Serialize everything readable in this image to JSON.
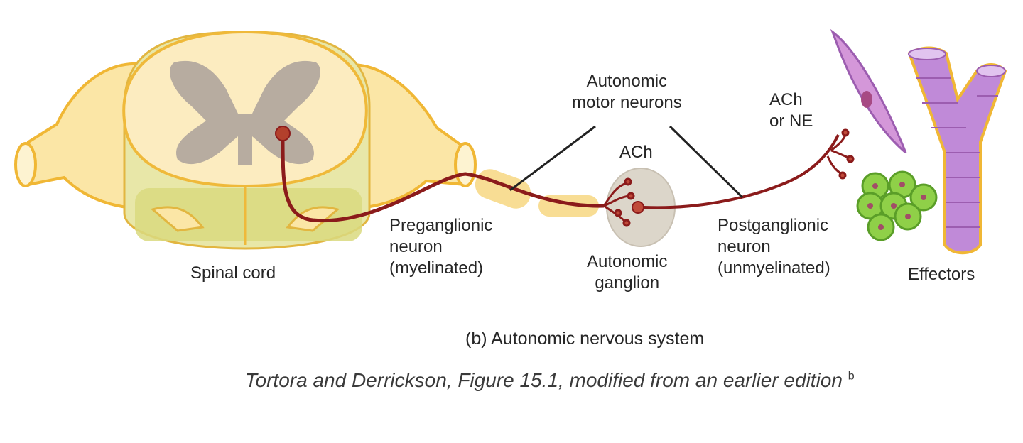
{
  "labels": {
    "spinal_cord": "Spinal cord",
    "autonomic_motor_neurons": [
      "Autonomic",
      "motor neurons"
    ],
    "ach_ganglion": "ACh",
    "ach_or_ne": [
      "ACh",
      "or NE"
    ],
    "preganglionic": [
      "Preganglionic",
      "neuron",
      "(myelinated)"
    ],
    "ganglion": [
      "Autonomic",
      "ganglion"
    ],
    "postganglionic": [
      "Postganglionic",
      "neuron",
      "(unmyelinated)"
    ],
    "effectors": "Effectors"
  },
  "caption": "(b) Autonomic nervous system",
  "credit": {
    "text": "Tortora and Derrickson, Figure 15.1, modified from an earlier edition",
    "superscript": "b"
  },
  "colors": {
    "white_matter": "#fbe9b4",
    "nerve_yellow": "#f6c23e",
    "gray_matter": "#b9ada1",
    "root_green": "#d3d48a",
    "neuron_red": "#8e1a1a",
    "myelin": "#f7d98d",
    "ganglion": "#d9d3c7",
    "muscle_pink": "#c88bd0",
    "vessel_purple": "#b77fd3",
    "gland_green": "#7dc43b"
  }
}
